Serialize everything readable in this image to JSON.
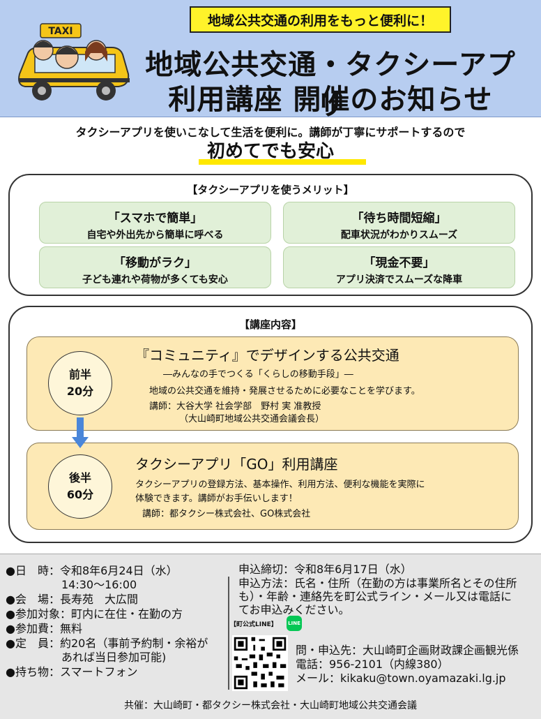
{
  "header": {
    "banner": "地域公共交通の利用をもっと便利に！",
    "title_line1": "地域公共交通・タクシーアプリ",
    "title_line2": "利用講座 開催のお知らせ",
    "taxi_sign": "TAXI"
  },
  "intro": {
    "lead": "タクシーアプリを使いこなして生活を便利に。講師が丁寧にサポートするので",
    "catch": "初めてでも安心"
  },
  "merits": {
    "title": "【タクシーアプリを使うメリット】",
    "items": [
      {
        "heading": "「スマホで簡単」",
        "desc": "自宅や外出先から簡単に呼べる"
      },
      {
        "heading": "「待ち時間短縮」",
        "desc": "配車状況がわかりスムーズ"
      },
      {
        "heading": "「移動がラク」",
        "desc": "子ども連れや荷物が多くても安心"
      },
      {
        "heading": "「現金不要」",
        "desc": "アプリ決済でスムーズな降車"
      }
    ]
  },
  "course": {
    "title": "【講座内容】",
    "first": {
      "label1": "前半",
      "label2": "20分",
      "title": "『コミュニティ』でデザインする公共交通",
      "subtitle": "―みんなの手でつくる「くらしの移動手段」―",
      "desc": "地域の公共交通を維持・発展させるために必要なことを学びます。",
      "lecturer": "講師：大谷大学 社会学部　野村 実 准教授",
      "lecturer_note": "（大山崎町地域公共交通会議会長）"
    },
    "second": {
      "label1": "後半",
      "label2": "60分",
      "title": "タクシーアプリ「GO」利用講座",
      "desc1": "タクシーアプリの登録方法、基本操作、利用方法、便利な機能を実際に",
      "desc2": "体験できます。講師がお手伝いします！",
      "lecturer": "講師：都タクシー株式会社、GO株式会社"
    }
  },
  "details": {
    "date": "●日　時：令和8年6月24日（水）",
    "time": "14:30～16:00",
    "venue": "●会　場：長寿苑　大広間",
    "target": "●参加対象：町内に在住・在勤の方",
    "fee": "●参加費：無料",
    "capacity1": "●定　員：約20名（事前予約制・余裕が",
    "capacity2": "あれば当日参加可能)",
    "items": "●持ち物：スマートフォン"
  },
  "apply": {
    "deadline": "申込締切：令和8年6月17日（水）",
    "method1": "申込方法：氏名・住所（在勤の方は事業所名とその住所",
    "method2": "も）・年齢・連絡先を町公式ライン・メール又は電話に",
    "method3": "てお申込みください。",
    "line_label": "【町公式LINE】",
    "line_badge": "LINE",
    "contact": "問・申込先：大山崎町企画財政課企画観光係",
    "phone": "電話：956-2101（内線380）",
    "email": "メール：kikaku@town.oyamazaki.lg.jp"
  },
  "footer": "共催：大山崎町・都タクシー株式会社・大山崎町地域公共交通会議"
}
